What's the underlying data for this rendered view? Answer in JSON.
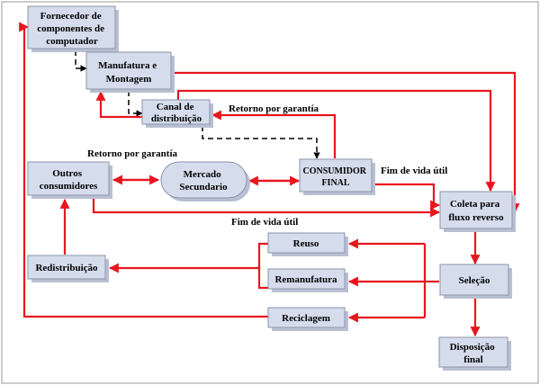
{
  "nodes": {
    "fornecedor": [
      "Fornecedor de",
      "componentes de",
      "computador"
    ],
    "manufatura": [
      "Manufatura e",
      "Montagem"
    ],
    "canal": [
      "Canal de",
      "distribuição"
    ],
    "outros": [
      "Outros",
      "consumidores"
    ],
    "mercado": [
      "Mercado",
      "Secundario"
    ],
    "consumidor": [
      "CONSUMIDOR",
      "FINAL"
    ],
    "coleta": [
      "Coleta para",
      "fluxo reverso"
    ],
    "reuso": [
      "Reuso"
    ],
    "remanufatura": [
      "Remanufatura"
    ],
    "reciclagem": [
      "Reciclagem"
    ],
    "redistribuicao": [
      "Redistribuição"
    ],
    "selecao": [
      "Seleção"
    ],
    "disposicao": [
      "Disposição",
      "final"
    ]
  },
  "edge_labels": {
    "retorno_garantia_top": "Retorno por garantía",
    "retorno_garantia_left": "Retorno por garantía",
    "fim_vida_right": "Fim de vida útil",
    "fim_vida_bottom": "Fim de vida útil"
  },
  "colors": {
    "box_fill": "#d5dcec",
    "flow_red": "#e8161e",
    "flow_black": "#000000"
  }
}
